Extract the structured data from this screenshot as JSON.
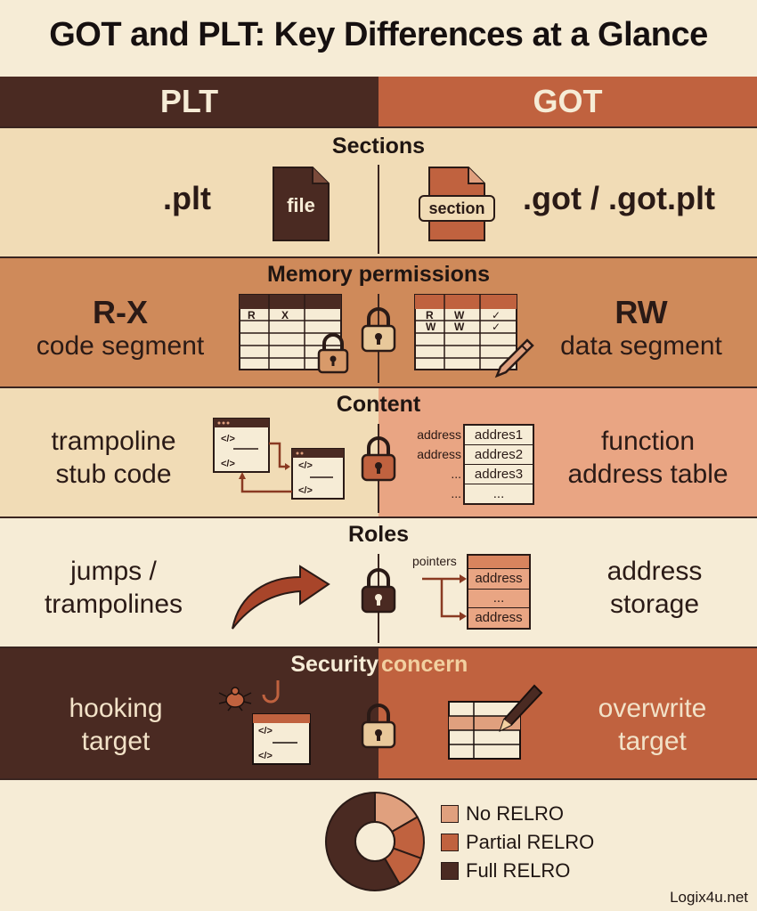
{
  "title": "GOT and PLT: Key Differences at a Glance",
  "columns": {
    "left": "PLT",
    "right": "GOT"
  },
  "sections": {
    "sections": {
      "title": "Sections",
      "left": ".plt",
      "right": ".got / .got.plt",
      "left_icon_label": "file",
      "right_icon_label": "section"
    },
    "permissions": {
      "title": "Memory permissions",
      "left_main": "R-X",
      "left_sub": "code segment",
      "right_main": "RW",
      "right_sub": "data segment",
      "left_table": [
        "R",
        "X"
      ],
      "right_table": [
        "R",
        "W",
        "✓",
        "W",
        "W",
        "✓"
      ]
    },
    "content": {
      "title": "Content",
      "left_line1": "trampoline",
      "left_line2": "stub code",
      "right_line1": "function",
      "right_line2": "address table",
      "table_left": [
        "address",
        "address",
        "...",
        "..."
      ],
      "table_right": [
        "addres1",
        "addres2",
        "addres3",
        "..."
      ],
      "code_tag": "</>"
    },
    "roles": {
      "title": "Roles",
      "left_line1": "jumps /",
      "left_line2": "trampolines",
      "right_line1": "address",
      "right_line2": "storage",
      "pointers": "pointers",
      "cells": [
        "address",
        "...",
        "address"
      ]
    },
    "security": {
      "title_a": "Security ",
      "title_b": "concern",
      "left_line1": "hooking",
      "left_line2": "target",
      "right_line1": "overwrite",
      "right_line2": "target"
    }
  },
  "legend": [
    {
      "label": "No RELRO",
      "color": "#e0a07e"
    },
    {
      "label": "Partial RELRO",
      "color": "#c0623f"
    },
    {
      "label": "Full RELRO",
      "color": "#4a2a22"
    }
  ],
  "credit": "Logix4u.net"
}
